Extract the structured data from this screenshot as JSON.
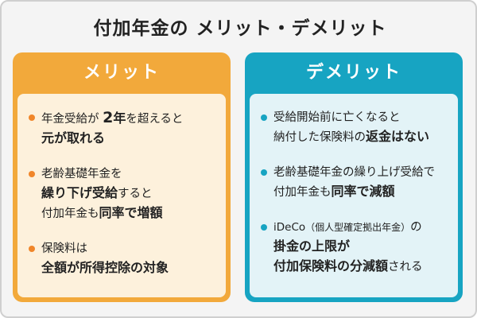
{
  "title": "付加年金の メリット・デメリット",
  "colors": {
    "merit_header": "#f2a93b",
    "merit_body": "#fdf1dc",
    "merit_bullet": "#f0862a",
    "demerit_header": "#17a4c2",
    "demerit_body": "#e3f3f7",
    "background": "#f4f4f4"
  },
  "merit": {
    "header": "メリット",
    "items": [
      {
        "line1_pre": "年金受給が ",
        "line1_big": "2",
        "line1_bold": "年",
        "line1_post": "を超えると",
        "line2_bold": "元が取れる"
      },
      {
        "line1": "老齢基礎年金を",
        "line2_bold": "繰り下げ受給",
        "line2_post": "すると",
        "line3_pre": "付加年金も",
        "line3_bold": "同率で増額"
      },
      {
        "line1": "保険料は",
        "line2_bold": "全額が所得控除の対象"
      }
    ]
  },
  "demerit": {
    "header": "デメリット",
    "items": [
      {
        "line1": "受給開始前に亡くなると",
        "line2_pre": "納付した保険料の",
        "line2_bold": "返金はない"
      },
      {
        "line1": "老齢基礎年金の繰り上げ受給で",
        "line2_pre": "付加年金も",
        "line2_bold": "同率で減額"
      },
      {
        "line1_pre": "iDeCo",
        "line1_small": "（個人型確定拠出年金）",
        "line1_post": "の",
        "line2_bold": "掛金の上限が",
        "line3_bold": "付加保険料の分減額",
        "line3_post": "される"
      }
    ]
  }
}
